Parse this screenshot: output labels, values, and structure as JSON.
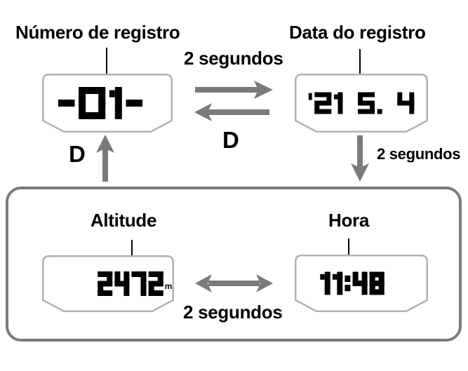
{
  "screens": {
    "record_number": {
      "label": "Número de registro",
      "value": "-01-"
    },
    "record_date": {
      "label": "Data do registro",
      "value": "'21 5. 4"
    },
    "altitude": {
      "label": "Altitude",
      "value": "2472",
      "unit": "m"
    },
    "time": {
      "label": "Hora",
      "value": "11:48"
    }
  },
  "transitions": {
    "record_number_to_date_auto": "2 segundos",
    "record_date_to_number_button": "D",
    "altitude_to_record_number_button": "D",
    "record_date_to_log_auto": "2 segundos",
    "altitude_time_toggle_auto": "2 segundos"
  },
  "colors": {
    "arrow": "#7b7b7b",
    "group_box_border": "#7b7b7b",
    "panel_border": "#b2b2b2",
    "digits": "#000000",
    "text": "#000000",
    "background": "#ffffff"
  }
}
